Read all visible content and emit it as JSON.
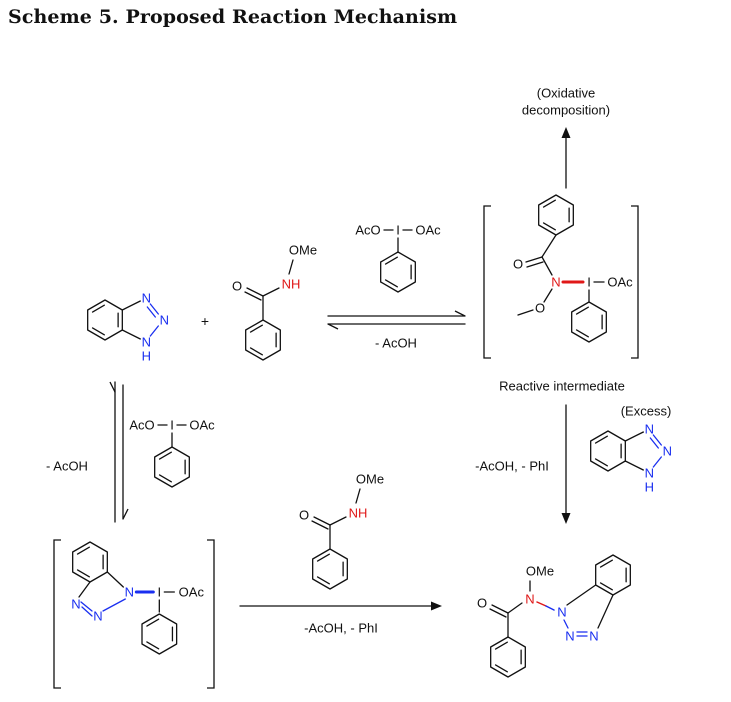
{
  "title": "Scheme 5. Proposed Reaction Mechanism",
  "labels": {
    "oxidative": [
      "(Oxidative",
      "decomposition)"
    ],
    "reactive_intermediate": "Reactive intermediate",
    "excess": "(Excess)",
    "plus": "+"
  },
  "conditions": {
    "top_equilibrium": "- AcOH",
    "left_equilibrium": "- AcOH",
    "right_arrow": "-AcOH, - PhI",
    "bottom_arrow": "-AcOH, - PhI"
  },
  "atoms": {
    "N": "N",
    "NH": "NH",
    "H": "H",
    "O": "O",
    "I": "I",
    "OAc": "OAc",
    "AcO": "AcO",
    "OMe": "OMe"
  },
  "colors": {
    "ink": "#111111",
    "red": "#e01818",
    "blue": "#1a2ff0"
  }
}
